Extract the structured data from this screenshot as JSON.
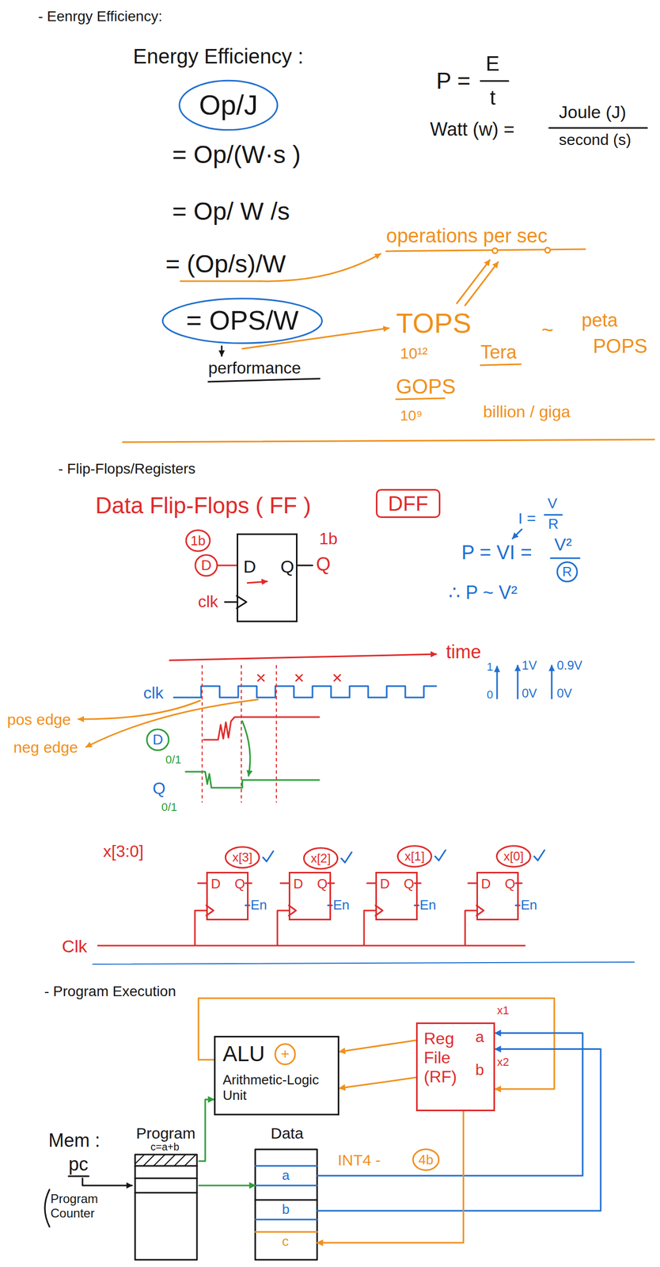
{
  "diagram": {
    "nodes": [
      {
        "text": [
          "Op/J"
        ]
      },
      {
        "text": [
          "= OPS/W"
        ]
      },
      {
        "text": [
          "DFF"
        ]
      },
      {
        "text": [
          "1b"
        ]
      },
      {
        "text": [
          "D"
        ]
      },
      {
        "text": [
          "D",
          "Q"
        ]
      },
      {
        "text": [
          "R"
        ]
      },
      {
        "text": [
          "D"
        ]
      },
      {
        "text": [
          "x[3]"
        ]
      },
      {
        "text": [
          "x[2]"
        ]
      },
      {
        "text": [
          "x[1]"
        ]
      },
      {
        "text": [
          "x[0]"
        ]
      },
      {
        "text": [
          "D",
          "Q"
        ]
      },
      {
        "text": [
          "D",
          "Q"
        ]
      },
      {
        "text": [
          "D",
          "Q"
        ]
      },
      {
        "text": [
          "D",
          "Q"
        ]
      },
      {
        "text": [
          "ALU",
          "Arithmetic-Logic Unit"
        ]
      },
      {
        "text": [
          "+"
        ],
        "in": 16
      },
      {
        "text": [
          "Reg File (RF)",
          "a",
          "b"
        ]
      },
      {
        "text": [
          "Program",
          "c=a+b"
        ]
      },
      {
        "text": [
          "Data",
          "a",
          "b",
          "c"
        ]
      },
      {
        "text": [
          "4b"
        ]
      }
    ],
    "edges": [
      {
        "from": 4,
        "to": 5,
        "arrow": "none"
      },
      {
        "from": 18,
        "to": 16,
        "arrow": "to"
      },
      {
        "from": 18,
        "to": 16,
        "arrow": "to"
      },
      {
        "from": 16,
        "to": 18,
        "arrow": "to"
      },
      {
        "from": 19,
        "to": 16,
        "arrow": "to"
      },
      {
        "from": 19,
        "to": 20,
        "arrow": "to"
      },
      {
        "from": 20,
        "to": 18,
        "arrow": "to"
      },
      {
        "from": 20,
        "to": 18,
        "arrow": "to"
      },
      {
        "from": 18,
        "to": 20,
        "arrow": "to"
      }
    ],
    "labels": [
      "- Eenrgy Efficiency:",
      "Energy Efficiency :",
      "P =",
      "E",
      "t",
      "Watt (w) =",
      "Joule (J)",
      "second (s)",
      "= Op/(W·s )",
      "= Op/ W /s",
      "= (Op/s)/W",
      "performance",
      "operations per sec",
      "TOPS",
      "10¹²",
      "Tera",
      "~",
      "peta",
      "POPS",
      "GOPS",
      "10⁹",
      "billion / giga",
      "- Flip-Flops/Registers",
      "Data Flip-Flops ( FF )",
      "1b",
      "Q",
      "clk",
      "I =",
      "V",
      "R",
      "P = VI =",
      "V²",
      "∴ P ~ V²",
      "time",
      "1",
      "0",
      "1V",
      "0V",
      "0.9V",
      "0V",
      "clk",
      "pos edge",
      "neg edge",
      "0/1",
      "Q",
      "0/1",
      "x[3:0]",
      "En",
      "En",
      "En",
      "En",
      "Clk",
      "- Program Execution",
      "x1",
      "x2",
      "Mem :",
      "pc",
      "Program Counter",
      "INT4 -"
    ]
  }
}
